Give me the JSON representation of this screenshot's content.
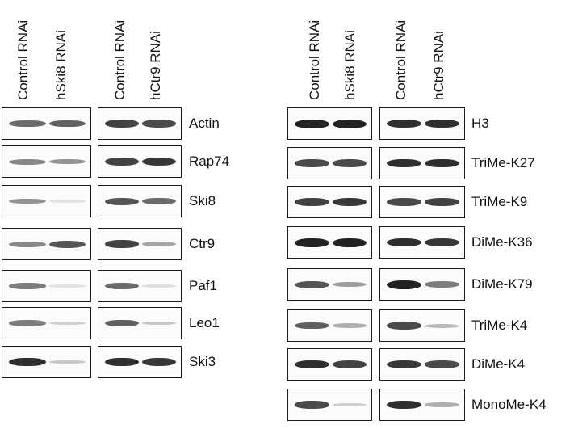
{
  "left_figure": {
    "column_labels": [
      "Control RNAi",
      "hSki8 RNAi",
      "Control RNAi",
      "hCtr9 RNAi"
    ],
    "rows": [
      {
        "label": "Actin",
        "bands": [
          0.65,
          0.7,
          0.85,
          0.8
        ]
      },
      {
        "label": "Rap74",
        "bands": [
          0.5,
          0.45,
          0.85,
          0.9
        ]
      },
      {
        "label": "Ski8",
        "bands": [
          0.45,
          0.05,
          0.75,
          0.65
        ]
      },
      {
        "label": "Ctr9",
        "bands": [
          0.5,
          0.75,
          0.85,
          0.35
        ]
      },
      {
        "label": "Paf1",
        "bands": [
          0.55,
          0.05,
          0.65,
          0.08
        ]
      },
      {
        "label": "Leo1",
        "bands": [
          0.55,
          0.15,
          0.7,
          0.2
        ]
      },
      {
        "label": "Ski3",
        "bands": [
          0.95,
          0.2,
          0.95,
          0.9
        ]
      }
    ]
  },
  "right_figure": {
    "column_labels": [
      "Control RNAi",
      "hSki8 RNAi",
      "Control RNAi",
      "hCtr9 RNAi"
    ],
    "rows": [
      {
        "label": "H3",
        "bands": [
          1.0,
          1.0,
          0.95,
          0.95
        ]
      },
      {
        "label": "TriMe-K27",
        "bands": [
          0.8,
          0.8,
          0.95,
          0.95
        ]
      },
      {
        "label": "TriMe-K9",
        "bands": [
          0.85,
          0.9,
          0.8,
          0.85
        ]
      },
      {
        "label": "DiMe-K36",
        "bands": [
          1.0,
          1.0,
          0.95,
          0.9
        ]
      },
      {
        "label": "DiMe-K79",
        "bands": [
          0.75,
          0.4,
          1.0,
          0.55
        ]
      },
      {
        "label": "TriMe-K4",
        "bands": [
          0.7,
          0.3,
          0.8,
          0.25
        ]
      },
      {
        "label": "DiMe-K4",
        "bands": [
          0.95,
          0.85,
          0.9,
          0.8
        ]
      },
      {
        "label": "MonoMe-K4",
        "bands": [
          0.8,
          0.15,
          0.95,
          0.3
        ]
      }
    ]
  }
}
